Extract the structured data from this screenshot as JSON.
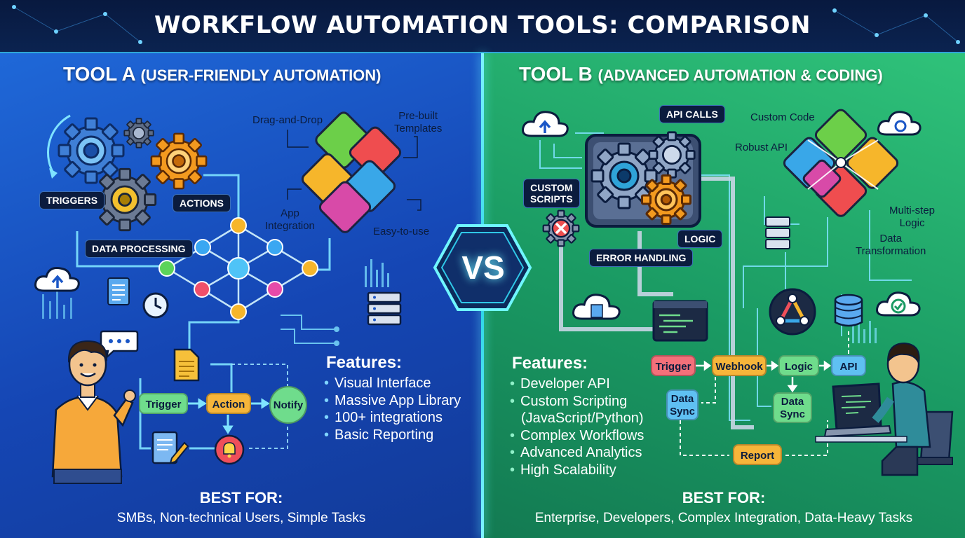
{
  "title": "WORKFLOW AUTOMATION TOOLS: COMPARISON",
  "vs_label": "VS",
  "tool_a": {
    "title_main": "TOOL A",
    "title_sub": "(USER-FRIENDLY AUTOMATION)",
    "labels": {
      "triggers": "TRIGGERS",
      "actions": "ACTIONS",
      "data_processing": "DATA PROCESSING",
      "drag_drop": "Drag-and-Drop",
      "prebuilt_line1": "Pre-built",
      "prebuilt_line2": "Templates",
      "app_line1": "App",
      "app_line2": "Integration",
      "easy": "Easy-to-use"
    },
    "flow": {
      "trigger": "Trigger",
      "action": "Action",
      "notify": "Notify"
    },
    "features_title": "Features:",
    "features": [
      "Visual Interface",
      "Massive App Library",
      "100+ integrations",
      "Basic Reporting"
    ],
    "best_for_title": "BEST FOR:",
    "best_for": "SMBs, Non-technical Users, Simple Tasks"
  },
  "tool_b": {
    "title_main": "TOOL B",
    "title_sub": "(ADVANCED AUTOMATION & CODING)",
    "labels": {
      "api_calls": "API CALLS",
      "custom_line1": "CUSTOM",
      "custom_line2": "SCRIPTS",
      "logic": "LOGIC",
      "error_handling": "ERROR HANDLING",
      "custom_code": "Custom Code",
      "robust_api": "Robust API",
      "multistep_line1": "Multi-step",
      "multistep_line2": "Logic",
      "transform_line1": "Data",
      "transform_line2": "Transformation"
    },
    "flow": {
      "trigger": "Trigger",
      "webhook": "Webhook",
      "logic": "Logic",
      "api": "API",
      "data_sync_left_line1": "Data",
      "data_sync_left_line2": "Sync",
      "data_sync_right_line1": "Data",
      "data_sync_right_line2": "Sync",
      "report": "Report"
    },
    "features_title": "Features:",
    "features": [
      "Developer API",
      "Custom Scripting",
      "(JavaScript/Python)",
      "Complex Workflows",
      "Advanced Analytics",
      "High Scalability"
    ],
    "best_for_title": "BEST FOR:",
    "best_for": "Enterprise, Developers, Complex Integration, Data-Heavy Tasks"
  },
  "colors": {
    "panel_a": "#1a56c6",
    "panel_b": "#22a86a",
    "divider_glow": "#5ef0ff",
    "pill_green": "#6fdc8c",
    "pill_orange": "#f6b53a",
    "pill_red": "#f3707a",
    "pill_blue": "#5fc0f2"
  }
}
